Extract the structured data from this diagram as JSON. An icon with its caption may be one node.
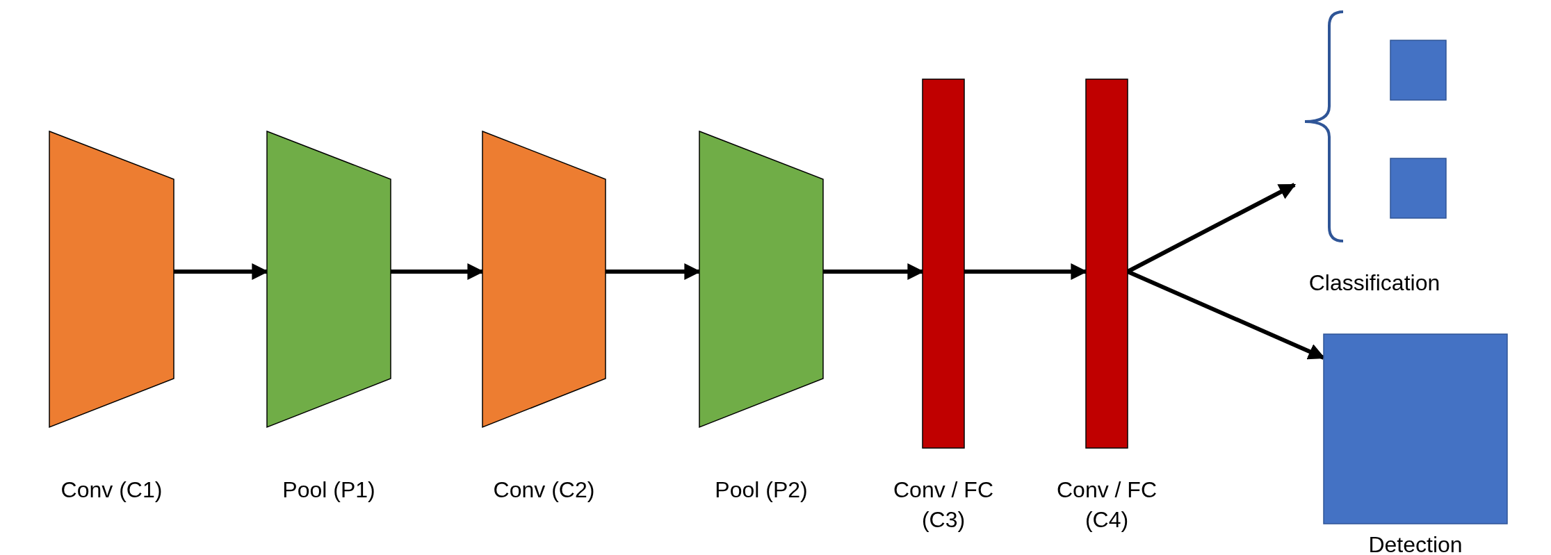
{
  "diagram": {
    "nodes": [
      {
        "text": [
          "Conv (C1)"
        ]
      },
      {
        "text": [
          "Pool (P1)"
        ]
      },
      {
        "text": [
          "Conv (C2)"
        ]
      },
      {
        "text": [
          "Pool (P2)"
        ]
      },
      {
        "text": [
          "Conv / FC (C3)"
        ]
      },
      {
        "text": [
          "Conv / FC (C4)"
        ]
      },
      {
        "text": [
          "Classification"
        ]
      },
      {
        "text": [],
        "shape": "box",
        "in": 6
      },
      {
        "text": [],
        "shape": "box",
        "in": 6
      },
      {
        "text": [
          "Detection"
        ]
      }
    ],
    "edges": [
      {
        "from": 0,
        "to": 1,
        "arrow": "to"
      },
      {
        "from": 1,
        "to": 2,
        "arrow": "to"
      },
      {
        "from": 2,
        "to": 3,
        "arrow": "to"
      },
      {
        "from": 3,
        "to": 4,
        "arrow": "to"
      },
      {
        "from": 4,
        "to": 5,
        "arrow": "to"
      },
      {
        "from": 5,
        "to": 6,
        "arrow": "to"
      },
      {
        "from": 5,
        "to": 9,
        "arrow": "to"
      }
    ]
  }
}
